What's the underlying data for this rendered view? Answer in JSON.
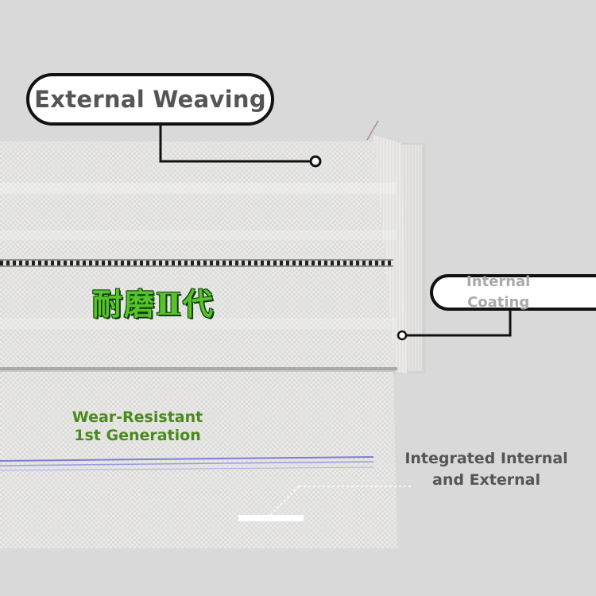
{
  "labels": {
    "external_weaving": "External Weaving",
    "internal_coating_line1": "Internal",
    "internal_coating_line2": "Coating",
    "chinese_product_name": "耐磨Ⅱ代",
    "wear_resistant_line1": "Wear-Resistant",
    "wear_resistant_line2": "1st Generation",
    "integrated_line1": "Integrated Internal",
    "integrated_line2": "and External"
  },
  "colors": {
    "background": "#d8d8d8",
    "fabric": "#e9e9e7",
    "green_text": "#4a8a1c",
    "chinese_text": "#57c22a",
    "gray_text": "#555555",
    "pill_border": "#111111"
  }
}
